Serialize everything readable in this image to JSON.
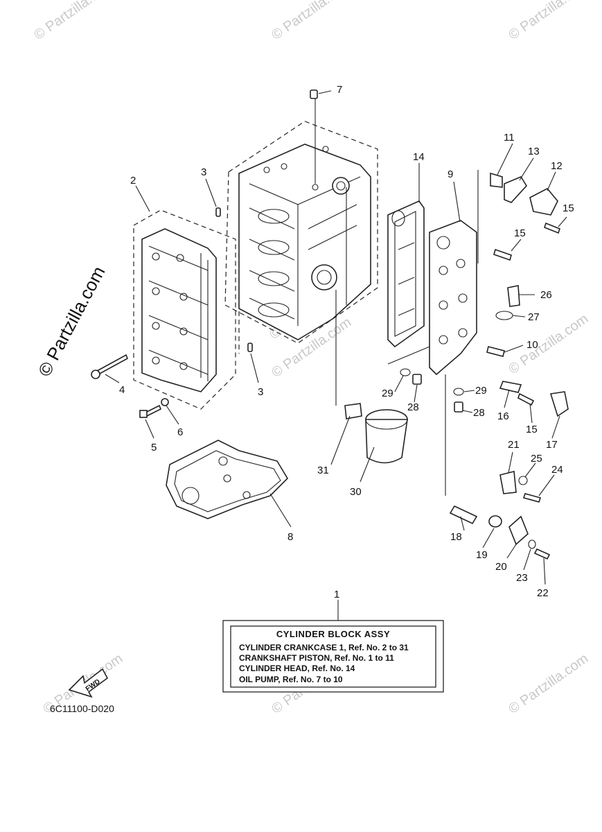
{
  "watermarks": {
    "side": "© Partzilla.com",
    "tile": "© Partzilla.com"
  },
  "callouts": [
    "1",
    "2",
    "3",
    "3",
    "4",
    "5",
    "6",
    "7",
    "8",
    "9",
    "10",
    "11",
    "12",
    "13",
    "14",
    "15",
    "15",
    "15",
    "16",
    "17",
    "18",
    "19",
    "20",
    "21",
    "22",
    "23",
    "24",
    "25",
    "26",
    "27",
    "28",
    "28",
    "29",
    "29",
    "30",
    "31"
  ],
  "assembly_box": {
    "title": "CYLINDER BLOCK ASSY",
    "lines": [
      "CYLINDER CRANKCASE 1, Ref. No. 2 to 31",
      "CRANKSHAFT PISTON, Ref. No. 1 to 11",
      "CYLINDER HEAD, Ref. No. 14",
      "OIL PUMP, Ref. No. 7 to 10"
    ]
  },
  "fwd_label": "FWD",
  "diagram_code": "6C11100-D020"
}
